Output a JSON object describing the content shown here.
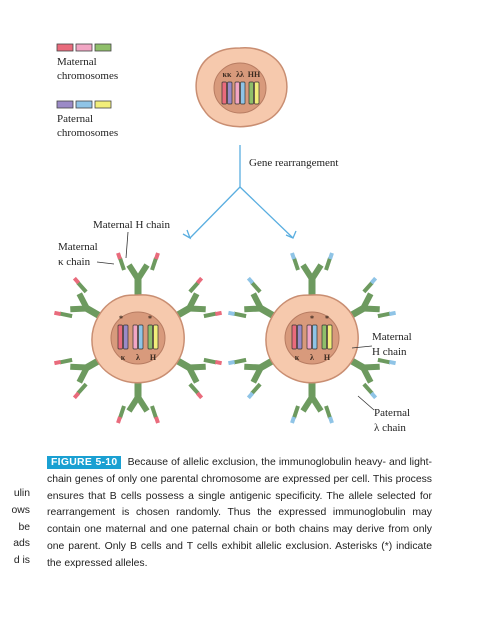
{
  "legend": {
    "maternal_label_line1": "Maternal",
    "maternal_label_line2": "chromosomes",
    "paternal_label_line1": "Paternal",
    "paternal_label_line2": "chromosomes",
    "maternal_colors": [
      "#e96b7c",
      "#f2a6c4",
      "#8fbf6a"
    ],
    "paternal_colors": [
      "#9b8ac7",
      "#8fc4e6",
      "#f2ee7a"
    ]
  },
  "top_cell": {
    "labels": [
      "κκ",
      "λλ",
      "HH"
    ]
  },
  "arrow_label": "Gene rearrangement",
  "left_cell": {
    "labels": [
      "κ",
      "λ",
      "H"
    ],
    "asterisks": [
      "*",
      "*"
    ],
    "callout_h": "Maternal H chain",
    "callout_k_line1": "Maternal",
    "callout_k_line2": "κ chain"
  },
  "right_cell": {
    "labels": [
      "κ",
      "λ",
      "H"
    ],
    "asterisks": [
      "*",
      "*"
    ],
    "callout_h_line1": "Maternal",
    "callout_h_line2": "H chain",
    "callout_l_line1": "Paternal",
    "callout_l_line2": "λ chain"
  },
  "caption": {
    "tag": "FIGURE 5-10",
    "text": "Because of allelic exclusion, the immunoglobulin heavy- and light-chain genes of only one parental chromosome are expressed per cell. This process ensures that B cells possess a single antigenic specificity. The allele selected for rearrangement is chosen randomly. Thus the expressed immunoglobulin may contain one maternal and one paternal chain or both chains may derive from only one parent. Only B cells and T cells exhibit allelic exclusion. Asterisks (*) indicate the expressed alleles."
  },
  "side_fragment": [
    "ulin",
    "ows",
    "be",
    "ads",
    "d is"
  ],
  "colors": {
    "cell_fill": "#f6c9ad",
    "cell_stroke": "#d09a7c",
    "nucleus_fill": "#d89a7c",
    "antibody_green": "#7aa86a",
    "arrow_blue": "#5aaee0"
  }
}
